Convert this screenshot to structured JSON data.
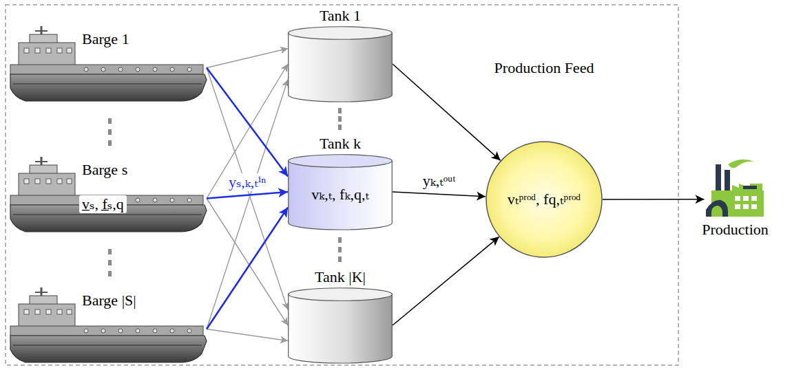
{
  "diagram": {
    "nodes": [
      {
        "text": [
          "Barge 1"
        ]
      },
      {
        "text": [
          "Barge s",
          "v̲ₛ, f̲ₛ,q"
        ]
      },
      {
        "text": [
          "Barge |S|"
        ]
      },
      {
        "text": [
          "Tank 1"
        ]
      },
      {
        "text": [
          "Tank k",
          "vₖ,ₜ, fₖ,q,ₜ"
        ]
      },
      {
        "text": [
          "Tank |K|"
        ]
      },
      {
        "text": [
          "Production Feed",
          "vₜᵖʳᵒᵈ, fq,ₜᵖʳᵒᵈ"
        ]
      },
      {
        "text": [
          "Production"
        ]
      }
    ],
    "edges": [
      {
        "from": 0,
        "to": 3,
        "arrow": "to"
      },
      {
        "from": 0,
        "to": 4,
        "arrow": "to"
      },
      {
        "from": 0,
        "to": 5,
        "arrow": "to"
      },
      {
        "from": 1,
        "to": 3,
        "arrow": "to"
      },
      {
        "from": 1,
        "to": 4,
        "label": "yₛ,ₖ,ₜⁱⁿ",
        "arrow": "to"
      },
      {
        "from": 1,
        "to": 5,
        "arrow": "to"
      },
      {
        "from": 2,
        "to": 3,
        "arrow": "to"
      },
      {
        "from": 2,
        "to": 4,
        "arrow": "to"
      },
      {
        "from": 2,
        "to": 5,
        "arrow": "to"
      },
      {
        "from": 3,
        "to": 6,
        "arrow": "to"
      },
      {
        "from": 4,
        "to": 6,
        "label": "yₖ,ₜᵒᵘᵗ",
        "arrow": "to"
      },
      {
        "from": 5,
        "to": 6,
        "arrow": "to"
      },
      {
        "from": 6,
        "to": 7,
        "arrow": "to"
      }
    ]
  }
}
